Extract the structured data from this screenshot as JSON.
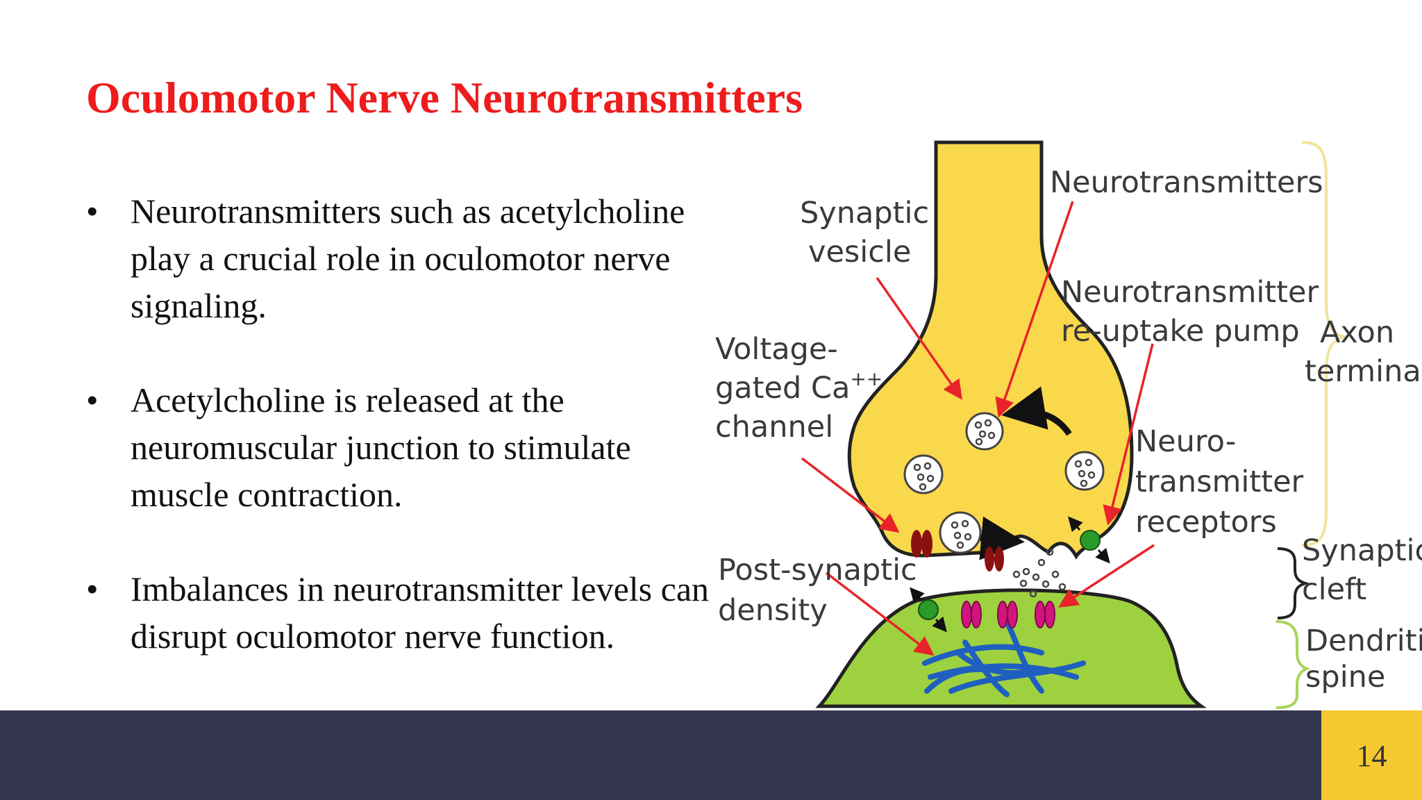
{
  "slide": {
    "title": "Oculomotor Nerve Neurotransmitters",
    "page_number": "14"
  },
  "bullets": [
    {
      "symbol": "•",
      "text": "Neurotransmitters such as acetylcholine play a crucial role in oculomotor nerve signaling."
    },
    {
      "symbol": "•",
      "text": "Acetylcholine is released at the neuromuscular junction to stimulate muscle contraction."
    },
    {
      "symbol": "•",
      "text": "Imbalances in neurotransmitter levels can disrupt oculomotor nerve function."
    }
  ],
  "diagram": {
    "labels": {
      "synaptic_vesicle": [
        "Synaptic",
        "vesicle"
      ],
      "neurotransmitters": "Neurotransmitters",
      "reuptake_pump": [
        "Neurotransmitter",
        "re-uptake pump"
      ],
      "axon_terminal": [
        "Axon",
        "terminal"
      ],
      "voltage_gated": [
        "Voltage-",
        "gated Ca",
        "++",
        "channel"
      ],
      "receptors": [
        "Neuro-",
        "transmitter",
        "receptors"
      ],
      "synaptic_cleft": [
        "Synaptic",
        "cleft"
      ],
      "post_synaptic_density": [
        "Post-synaptic",
        "density"
      ],
      "dendritic_spine": [
        "Dendritic",
        "spine"
      ]
    },
    "colors": {
      "axon": "#f9d84b",
      "dendrite": "#9ed13f",
      "arrow": "#e8232a",
      "calcium_channel": "#8b1010",
      "receptor": "#d4147e",
      "pump": "#2a9a2a",
      "density": "#1f5fc0",
      "bracket": "#efe49a"
    }
  },
  "colors": {
    "title": "#ee1c1c",
    "footer": "#343650",
    "page_badge": "#f5c832"
  }
}
